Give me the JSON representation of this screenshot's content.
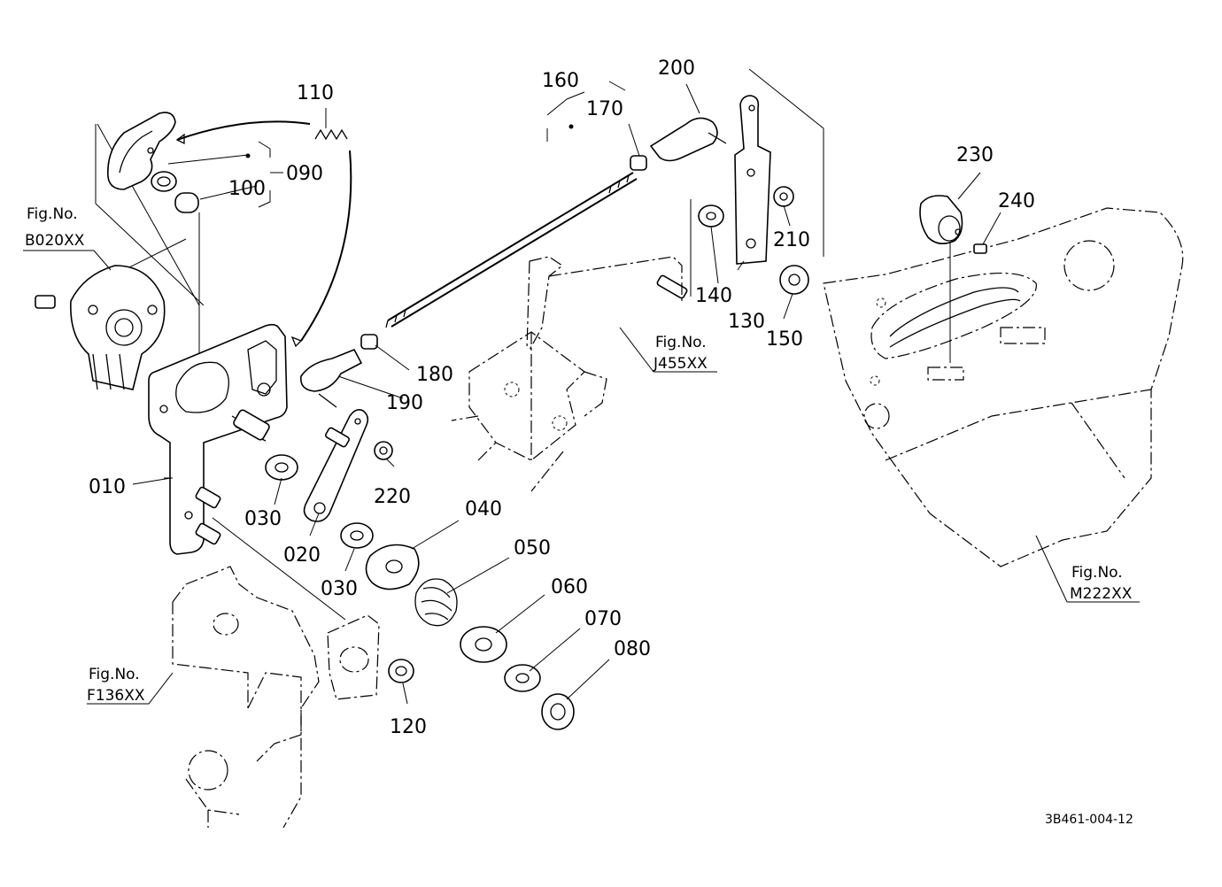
{
  "parts": {
    "p010": "010",
    "p020": "020",
    "p030a": "030",
    "p030b": "030",
    "p040": "040",
    "p050": "050",
    "p060": "060",
    "p070": "070",
    "p080": "080",
    "p090": "090",
    "p100": "100",
    "p110": "110",
    "p120": "120",
    "p130": "130",
    "p140": "140",
    "p150": "150",
    "p160": "160",
    "p170": "170",
    "p180": "180",
    "p190": "190",
    "p200": "200",
    "p210": "210",
    "p220": "220",
    "p230": "230",
    "p240": "240"
  },
  "figure_refs": {
    "b020": {
      "prefix": "Fig.No.",
      "code": "B020XX"
    },
    "f136": {
      "prefix": "Fig.No.",
      "code": "F136XX"
    },
    "j455": {
      "prefix": "Fig.No.",
      "code": "J455XX"
    },
    "m222": {
      "prefix": "Fig.No.",
      "code": "M222XX"
    }
  },
  "drawing_id": "3B461-004-12"
}
